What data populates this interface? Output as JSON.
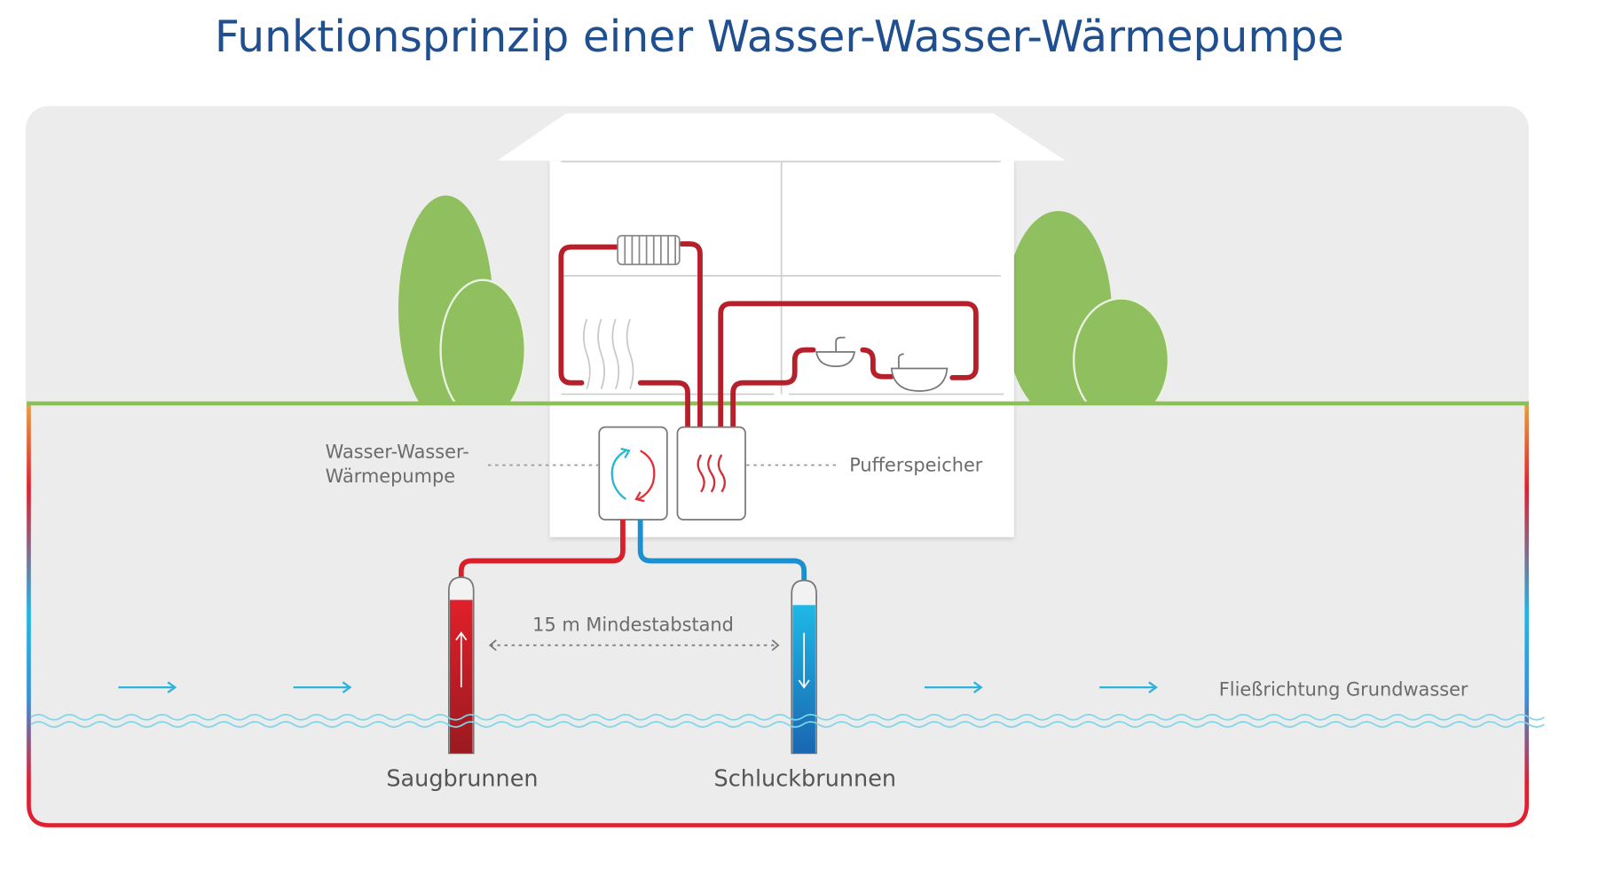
{
  "title": "Funktionsprinzip einer Wasser-Wasser-Wärmepumpe",
  "labels": {
    "heat_pump_line1": "Wasser-Wasser-",
    "heat_pump_line2": "Wärmepumpe",
    "buffer": "Pufferspeicher",
    "distance": "15 m Mindestabstand",
    "flow_direction": "Fließrichtung Grundwasser",
    "suction_well": "Saugbrunnen",
    "injection_well": "Schluckbrunnen"
  },
  "colors": {
    "title": "#1f4f8f",
    "hot_pipe": "#b5202b",
    "cold_pipe": "#1c8fd0",
    "tree": "#8fbf5f",
    "ground_line": "#8cbf5a",
    "water": "#7fd6ea",
    "panel": "#ececec"
  },
  "icons": [
    "radiator-icon",
    "floor-heating-icon",
    "sink-icon",
    "bathtub-icon",
    "heat-pump-cycle-icon",
    "heat-waves-icon",
    "flow-arrow-icon"
  ]
}
